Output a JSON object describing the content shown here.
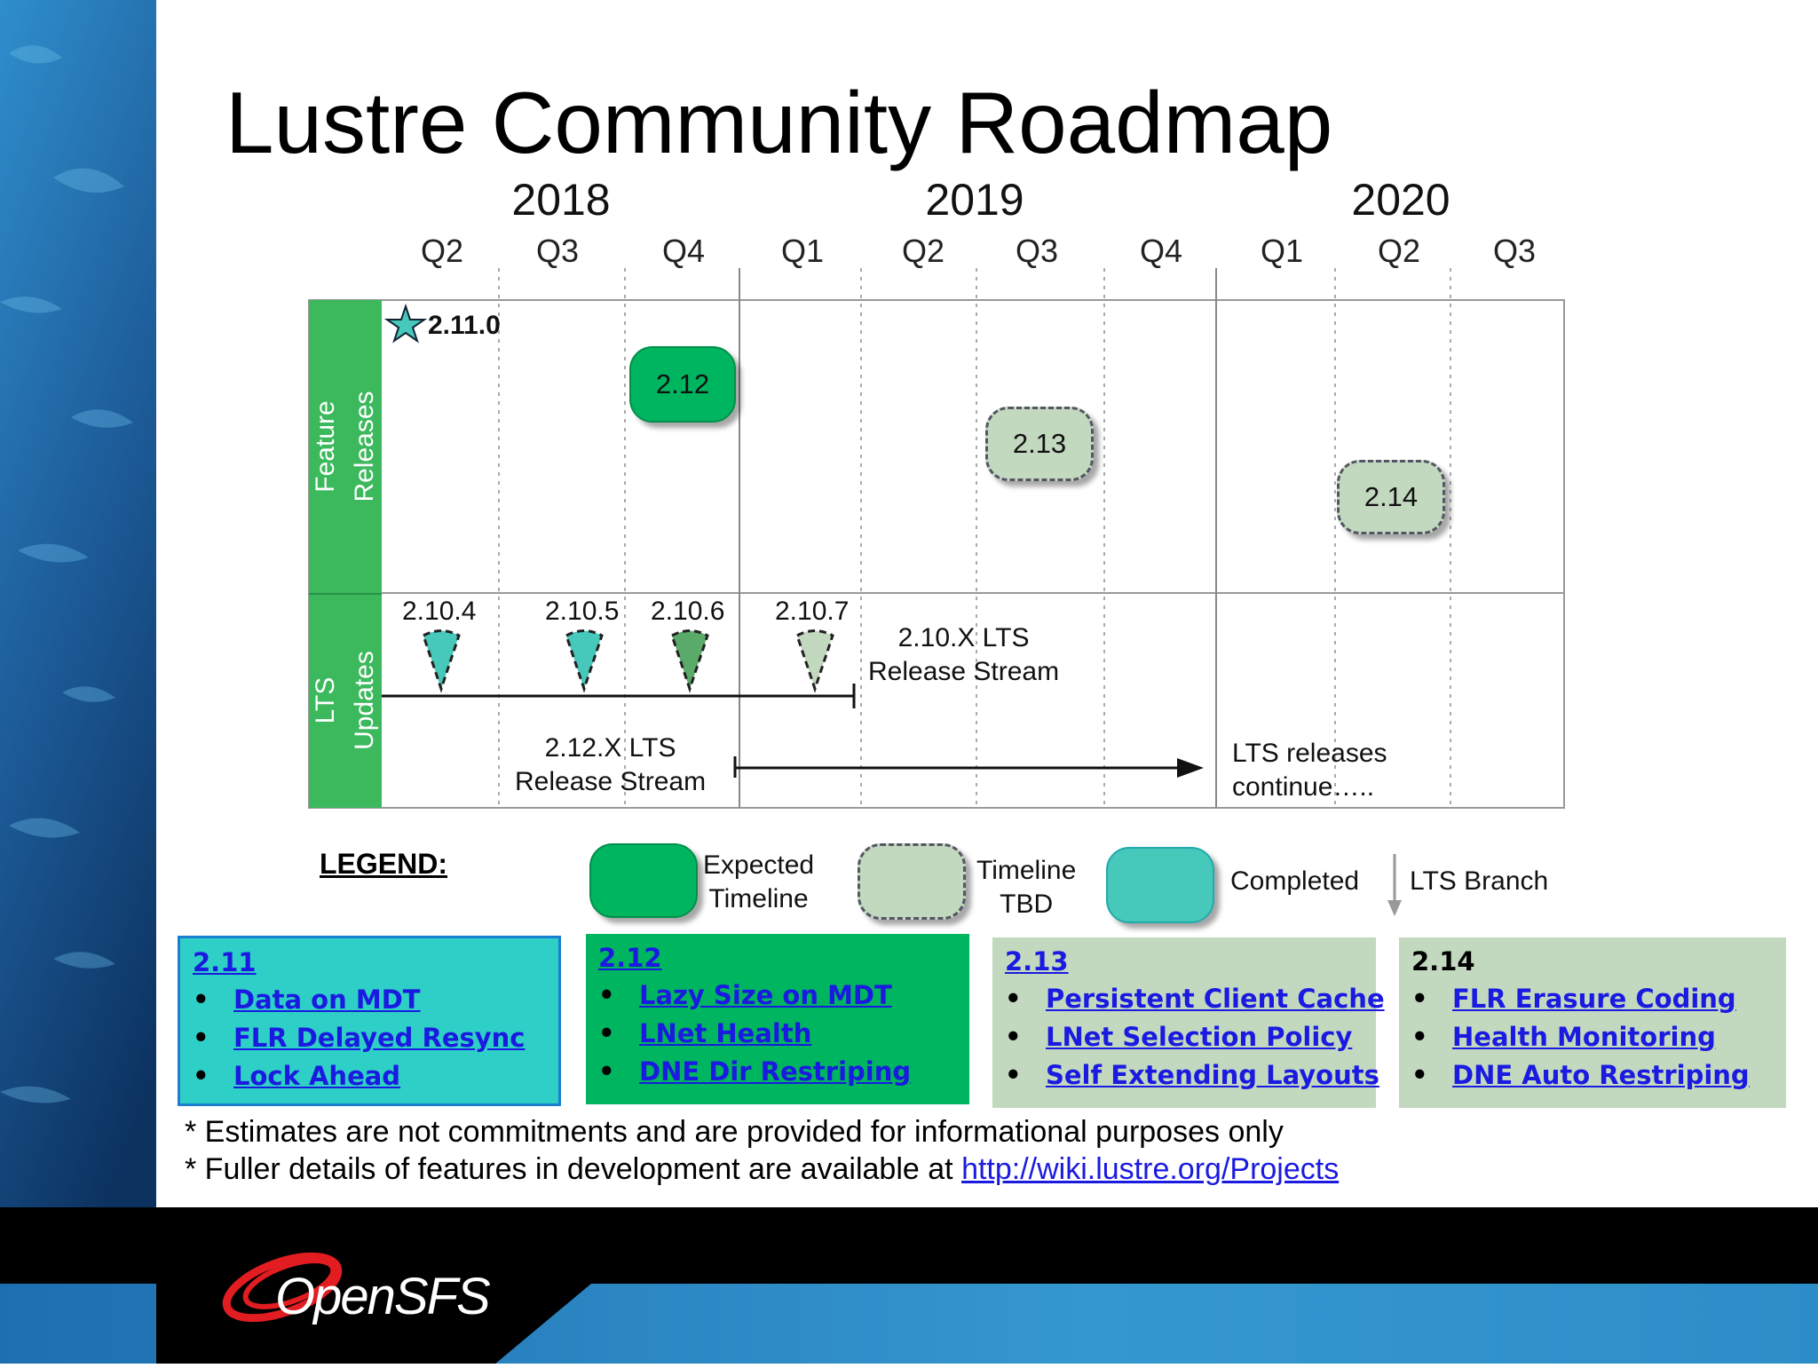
{
  "slide": {
    "title": "Lustre Community Roadmap",
    "years": [
      "2018",
      "2019",
      "2020"
    ],
    "quarters": [
      "Q2",
      "Q3",
      "Q4",
      "Q1",
      "Q2",
      "Q3",
      "Q4",
      "Q1",
      "Q2",
      "Q3"
    ]
  },
  "rows": {
    "feature_label_1": "Feature",
    "feature_label_2": "Releases",
    "lts_label_1": "LTS",
    "lts_label_2": "Updates"
  },
  "feature_releases": [
    {
      "version": "2.11.0",
      "status": "completed",
      "marker": "star-icon"
    },
    {
      "version": "2.12",
      "status": "expected"
    },
    {
      "version": "2.13",
      "status": "tbd"
    },
    {
      "version": "2.14",
      "status": "tbd"
    }
  ],
  "lts_updates": [
    {
      "version": "2.10.4",
      "status": "completed"
    },
    {
      "version": "2.10.5",
      "status": "completed"
    },
    {
      "version": "2.10.6",
      "status": "expected"
    },
    {
      "version": "2.10.7",
      "status": "tbd"
    }
  ],
  "streams": {
    "s210_line1": "2.10.X LTS",
    "s210_line2": "Release Stream",
    "s212_line1": "2.12.X LTS",
    "s212_line2": "Release Stream",
    "cont_line1": "LTS releases",
    "cont_line2": "continue….."
  },
  "legend": {
    "title": "LEGEND:",
    "expected_1": "Expected",
    "expected_2": "Timeline",
    "tbd_1": "Timeline",
    "tbd_2": "TBD",
    "completed": "Completed",
    "branch": "LTS Branch"
  },
  "feature_boxes": [
    {
      "title": "2.11",
      "items": [
        "Data on MDT",
        "FLR Delayed Resync",
        "Lock Ahead"
      ]
    },
    {
      "title": "2.12",
      "items": [
        "Lazy Size on MDT",
        "LNet Health",
        "DNE Dir Restriping"
      ]
    },
    {
      "title": "2.13",
      "items": [
        "Persistent Client Cache",
        "LNet Selection Policy",
        "Self Extending Layouts"
      ]
    },
    {
      "title": "2.14",
      "items": [
        "FLR Erasure Coding",
        "Health Monitoring",
        "DNE Auto Restriping"
      ]
    }
  ],
  "bullet": "•",
  "notes": {
    "note1": "* Estimates are not commitments and are provided for informational purposes only",
    "note2_prefix": "* Fuller details of features in development are available at ",
    "note2_link": "http://wiki.lustre.org/Projects"
  },
  "logo_text": "OpenSFS",
  "colors": {
    "expected": "#00b560",
    "tbd": "#c3d9bf",
    "completed": "#46c9bb",
    "row_label": "#3cb95c",
    "link": "#1a1ae0"
  }
}
